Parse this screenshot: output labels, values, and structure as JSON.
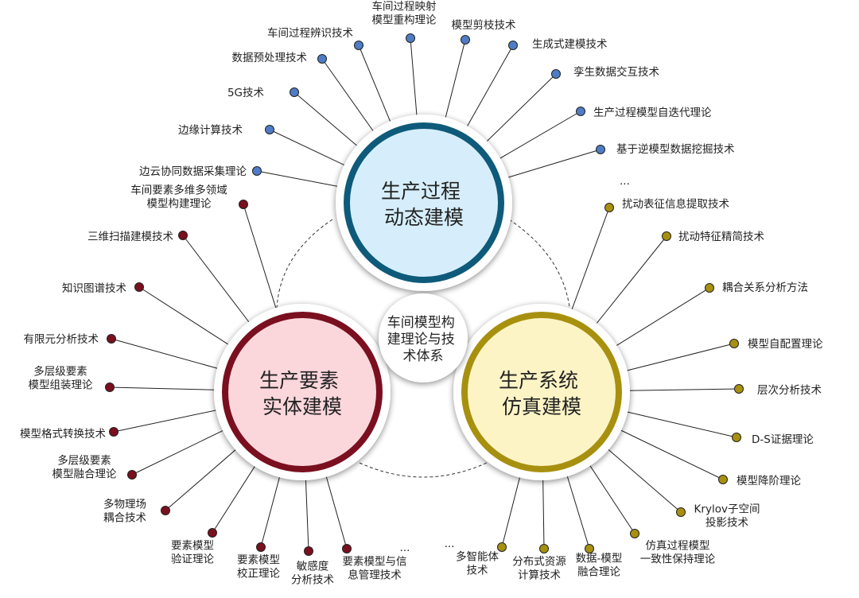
{
  "center_label": [
    "车间模型构",
    "建理论与技",
    "术体系"
  ],
  "colors": {
    "process_ring": "#0e5a7a",
    "process_fill": "#d6eefb",
    "entity_ring": "#7a0f1f",
    "entity_fill": "#fbd7dc",
    "system_ring": "#a8900f",
    "system_fill": "#fdf4c6",
    "process_dot": "#4f7cc4",
    "entity_dot": "#7a0f1f",
    "system_dot": "#a8900f"
  },
  "hubs": [
    {
      "id": "process",
      "label": [
        "生产过程",
        "动态建模"
      ]
    },
    {
      "id": "entity",
      "label": [
        "生产要素",
        "实体建模"
      ]
    },
    {
      "id": "system",
      "label": [
        "生产系统",
        "仿真建模"
      ]
    }
  ],
  "process_items": [
    [
      "边云协同数据采集理论"
    ],
    [
      "边缘计算技术"
    ],
    [
      "5G技术"
    ],
    [
      "数据预处理技术"
    ],
    [
      "车间过程辨识技术"
    ],
    [
      "车间过程映射",
      "模型重构理论"
    ],
    [
      "模型剪枝技术"
    ],
    [
      "生成式建模技术"
    ],
    [
      "孪生数据交互技术"
    ],
    [
      "生产过程模型自迭代理论"
    ],
    [
      "基于逆模型数据挖掘技术"
    ],
    [
      "..."
    ]
  ],
  "entity_items": [
    [
      "车间要素多维多领域",
      "模型构建理论"
    ],
    [
      "三维扫描建模技术"
    ],
    [
      "知识图谱技术"
    ],
    [
      "有限元分析技术"
    ],
    [
      "多层级要素",
      "模型组装理论"
    ],
    [
      "模型格式转换技术"
    ],
    [
      "多层级要素",
      "模型融合理论"
    ],
    [
      "多物理场",
      "耦合技术"
    ],
    [
      "要素模型",
      "验证理论"
    ],
    [
      "要素模型",
      "校正理论"
    ],
    [
      "敏感度",
      "分析技术"
    ],
    [
      "要素模型与信",
      "息管理技术"
    ],
    [
      "..."
    ]
  ],
  "system_items": [
    [
      "扰动表征信息提取技术"
    ],
    [
      "扰动特征精简技术"
    ],
    [
      "耦合关系分析方法"
    ],
    [
      "模型自配置理论"
    ],
    [
      "层次分析技术"
    ],
    [
      "D-S证据理论"
    ],
    [
      "模型降阶理论"
    ],
    [
      "Krylov子空间",
      "投影技术"
    ],
    [
      "仿真过程模型",
      "一致性保持理论"
    ],
    [
      "数据-模型",
      "融合理论"
    ],
    [
      "分布式资源",
      "计算技术"
    ],
    [
      "多智能体",
      "技术"
    ],
    [
      "..."
    ]
  ]
}
